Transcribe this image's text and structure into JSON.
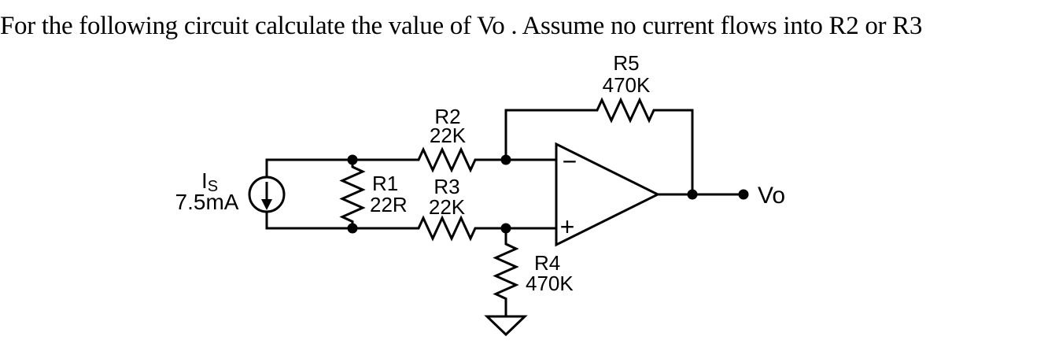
{
  "title": "For the following circuit calculate the value of Vo . Assume no current flows into R2 or R3",
  "source": {
    "label_main": "I",
    "label_sub": "S",
    "value": "7.5mA"
  },
  "resistors": {
    "r1": {
      "name": "R1",
      "value": "22R"
    },
    "r2": {
      "name": "R2",
      "value": "22K"
    },
    "r3": {
      "name": "R3",
      "value": "22K"
    },
    "r4": {
      "name": "R4",
      "value": "470K"
    },
    "r5": {
      "name": "R5",
      "value": "470K"
    }
  },
  "opamp": {
    "inverting_input": "−",
    "noninverting_input": "+"
  },
  "output_label": "Vo",
  "colors": {
    "line": "#000000",
    "text": "#000000",
    "background": "#ffffff"
  }
}
